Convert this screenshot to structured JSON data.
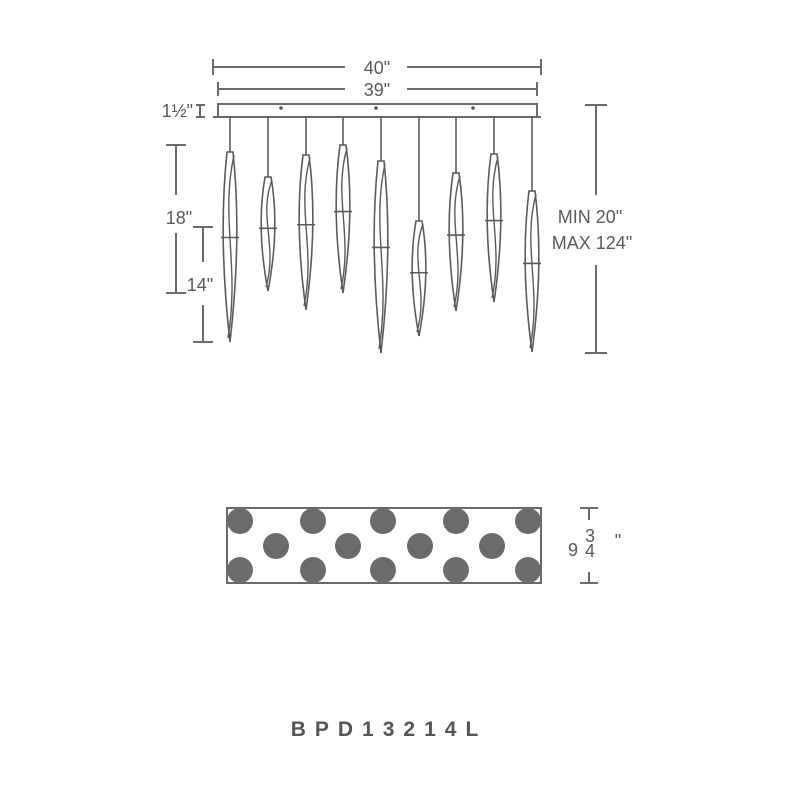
{
  "front_view": {
    "overall_width": "40\"",
    "canopy_width": "39\"",
    "canopy_height": "1½\"",
    "long_pendant_height": "18\"",
    "short_pendant_height": "14\"",
    "min_height": "MIN 20\"",
    "max_height": "MAX 124\"",
    "pendant_count": 9
  },
  "top_view": {
    "depth_whole": "9",
    "depth_num": "3",
    "depth_den": "4",
    "depth_unit": "\"",
    "fill_color": "#6b6b6b"
  },
  "model_number": "BPD13214L"
}
